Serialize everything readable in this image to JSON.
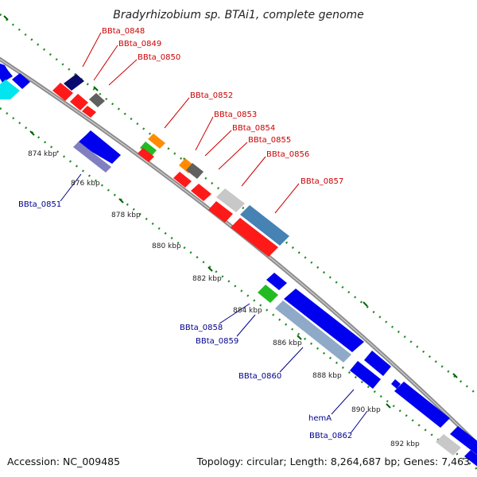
{
  "title": "Bradyrhizobium sp. BTAi1, complete genome",
  "footer": {
    "accession": "Accession: NC_009485",
    "topology": "Topology: circular; Length: 8,264,687 bp; Genes: 7,463"
  },
  "scale": {
    "ticks": [
      "874 kbp",
      "876 kbp",
      "878 kbp",
      "880 kbp",
      "882 kbp",
      "884 kbp",
      "886 kbp",
      "888 kbp",
      "890 kbp",
      "892 kbp"
    ]
  },
  "colors": {
    "forward_label": "#cc0000",
    "reverse_label": "#00008b",
    "backbone": "#999999",
    "tick": "#2e8b57"
  },
  "genes": {
    "forward": [
      {
        "label": "BBta_0848"
      },
      {
        "label": "BBta_0849"
      },
      {
        "label": "BBta_0850"
      },
      {
        "label": "BBta_0852"
      },
      {
        "label": "BBta_0853"
      },
      {
        "label": "BBta_0854"
      },
      {
        "label": "BBta_0855"
      },
      {
        "label": "BBta_0856"
      },
      {
        "label": "BBta_0857"
      }
    ],
    "reverse": [
      {
        "label": "BBta_0851"
      },
      {
        "label": "BBta_0858"
      },
      {
        "label": "BBta_0859"
      },
      {
        "label": "BBta_0860"
      },
      {
        "label": "hemA"
      },
      {
        "label": "BBta_0862"
      }
    ]
  }
}
